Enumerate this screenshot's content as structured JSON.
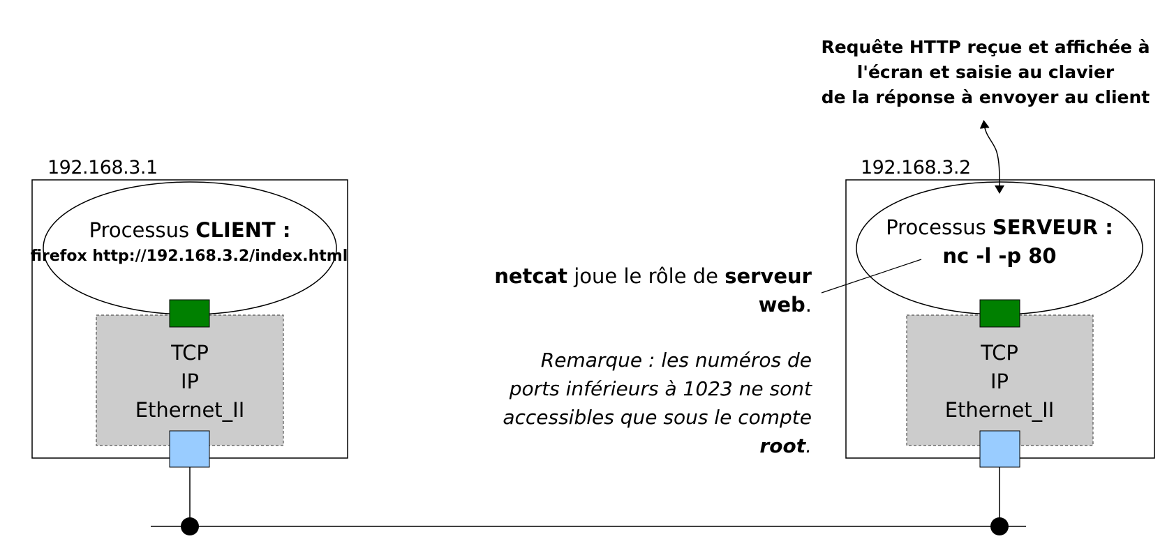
{
  "client": {
    "ip": "192.168.3.1",
    "process_prefix": "Processus ",
    "process_role": "CLIENT",
    "process_suffix": "  :",
    "command": "firefox http://192.168.3.2/index.html",
    "stack": [
      "TCP",
      "IP",
      "Ethernet_II"
    ]
  },
  "server": {
    "ip": "192.168.3.2",
    "process_prefix": "Processus ",
    "process_role": "SERVEUR",
    "process_suffix": "  :",
    "command": "nc -l -p 80",
    "stack": [
      "TCP",
      "IP",
      "Ethernet_II"
    ]
  },
  "top_note": [
    "Requête HTTP reçue et affichée à",
    "l'écran et  saisie au clavier",
    "de la réponse à envoyer au client"
  ],
  "netcat_note": {
    "line1_bold1": "netcat",
    "line1_text": "  joue le rôle de ",
    "line1_bold2": "serveur",
    "line2_bold": "web",
    "line2_end": "."
  },
  "remark": {
    "lines": [
      "Remarque  : les numéros de",
      "ports inférieurs à 1023 ne sont",
      "accessibles que sous le compte"
    ],
    "last_bold": "root",
    "last_end": "."
  },
  "colors": {
    "port_app": "#008000",
    "port_net": "#99ccff",
    "stack_bg": "#cccccc"
  }
}
